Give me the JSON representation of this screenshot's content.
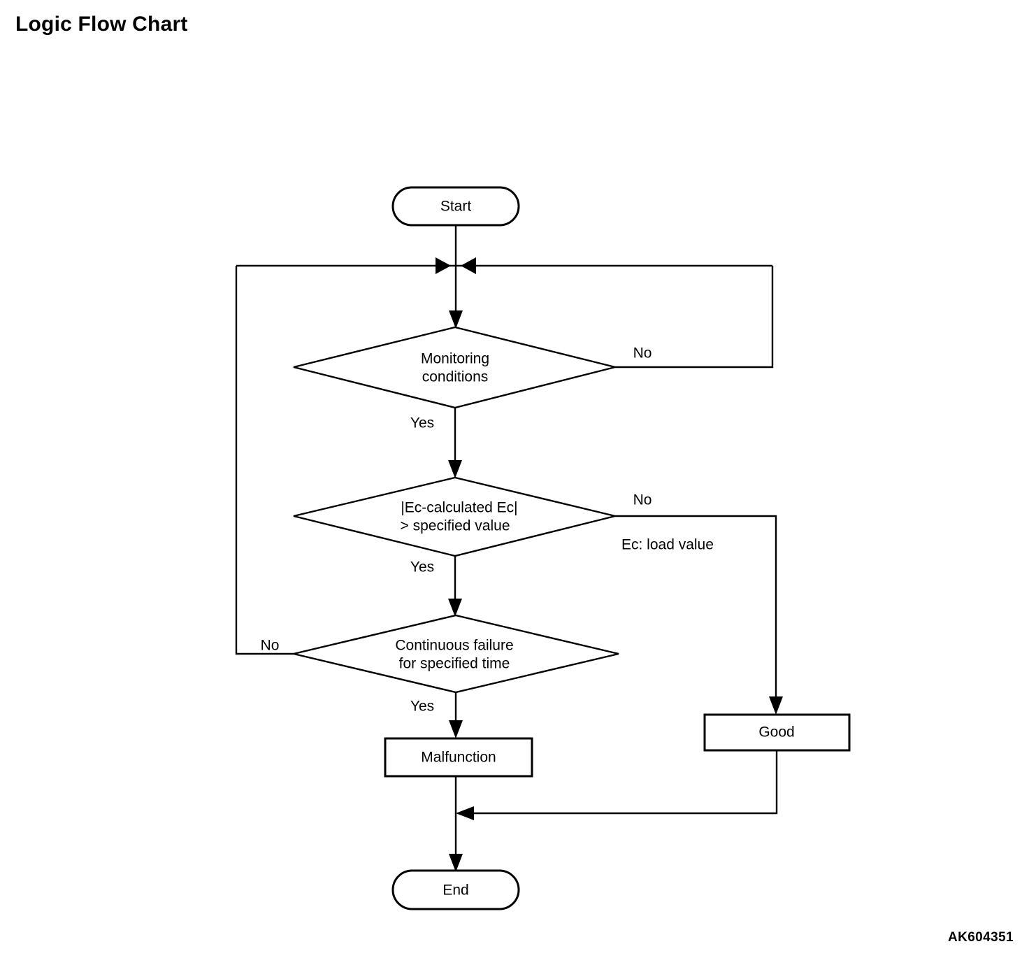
{
  "page": {
    "title": "Logic Flow Chart",
    "figure_code": "AK604351",
    "background_color": "#ffffff",
    "line_color": "#000000"
  },
  "chart_data": {
    "type": "diagram",
    "subtype": "flowchart",
    "title": "Logic Flow Chart",
    "nodes": [
      {
        "id": "start",
        "shape": "terminator",
        "label": "Start"
      },
      {
        "id": "merge",
        "shape": "junction",
        "label": ""
      },
      {
        "id": "monitoring",
        "shape": "decision",
        "label": "Monitoring\nconditions",
        "line1": "Monitoring",
        "line2": "conditions"
      },
      {
        "id": "ec_check",
        "shape": "decision",
        "label": "|Ec-calculated Ec|\n> specified value",
        "line1": "|Ec-calculated Ec|",
        "line2": "> specified value"
      },
      {
        "id": "continuous",
        "shape": "decision",
        "label": "Continuous failure\nfor specified time",
        "line1": "Continuous failure",
        "line2": "for specified time"
      },
      {
        "id": "malfunction",
        "shape": "process",
        "label": "Malfunction"
      },
      {
        "id": "good",
        "shape": "process",
        "label": "Good"
      },
      {
        "id": "end",
        "shape": "terminator",
        "label": "End"
      }
    ],
    "edges": [
      {
        "from": "start",
        "to": "merge",
        "label": ""
      },
      {
        "from": "merge",
        "to": "monitoring",
        "label": ""
      },
      {
        "from": "monitoring",
        "to": "merge",
        "label": "No"
      },
      {
        "from": "monitoring",
        "to": "ec_check",
        "label": "Yes"
      },
      {
        "from": "ec_check",
        "to": "good",
        "label": "No"
      },
      {
        "from": "ec_check",
        "to": "continuous",
        "label": "Yes"
      },
      {
        "from": "continuous",
        "to": "merge",
        "label": "No"
      },
      {
        "from": "continuous",
        "to": "malfunction",
        "label": "Yes"
      },
      {
        "from": "malfunction",
        "to": "end",
        "label": ""
      },
      {
        "from": "good",
        "to": "end",
        "label": ""
      }
    ],
    "annotations": [
      {
        "id": "ec_note",
        "text": "Ec: load value"
      }
    ]
  },
  "labels": {
    "start": "Start",
    "end": "End",
    "monitoring_line1": "Monitoring",
    "monitoring_line2": "conditions",
    "ec_line1": "|Ec-calculated Ec|",
    "ec_line2": "> specified value",
    "continuous_line1": "Continuous failure",
    "continuous_line2": "for specified time",
    "malfunction": "Malfunction",
    "good": "Good",
    "note_ec": "Ec: load value",
    "yes_monitoring": "Yes",
    "no_monitoring": "No",
    "yes_ec": "Yes",
    "no_ec": "No",
    "yes_continuous": "Yes",
    "no_continuous": "No"
  }
}
